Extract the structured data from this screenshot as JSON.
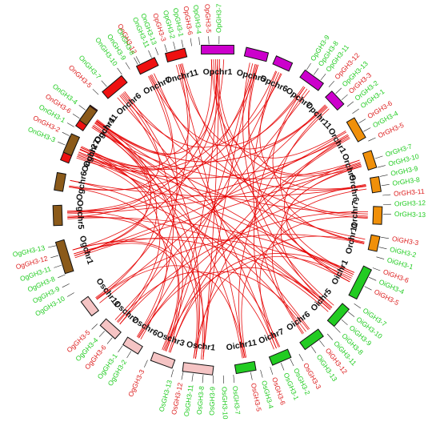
{
  "diagram": {
    "link_color": "#e60000",
    "gene_colors": {
      "green": "#22cc22",
      "red": "#dd2020"
    },
    "species": [
      {
        "prefix": "On",
        "color": "#ee1111"
      },
      {
        "prefix": "Op",
        "color": "#cc00cc"
      },
      {
        "prefix": "Or",
        "color": "#f0900a"
      },
      {
        "prefix": "Oi",
        "color": "#22cc22"
      },
      {
        "prefix": "Os",
        "color": "#f5c4c4"
      },
      {
        "prefix": "Og",
        "color": "#8b5a1a"
      }
    ],
    "chromosomes": [
      {
        "id": "On2",
        "label": "Onchr2",
        "species": 0,
        "angle": -68,
        "size": 1.0
      },
      {
        "id": "On4",
        "label": "Onchr4",
        "species": 0,
        "angle": -55,
        "size": 1.0
      },
      {
        "id": "On6",
        "label": "Onchr6",
        "species": 0,
        "angle": -40,
        "size": 1.0
      },
      {
        "id": "On7",
        "label": "Onchr7",
        "species": 0,
        "angle": -26,
        "size": 0.8
      },
      {
        "id": "On11",
        "label": "Onchr11",
        "species": 0,
        "angle": -15,
        "size": 0.8
      },
      {
        "id": "Op1",
        "label": "Opchr1",
        "species": 1,
        "angle": 0,
        "size": 1.3
      },
      {
        "id": "Op5",
        "label": "Opchr5",
        "species": 1,
        "angle": 14,
        "size": 0.9
      },
      {
        "id": "Op6",
        "label": "Opchr6",
        "species": 1,
        "angle": 24,
        "size": 0.7
      },
      {
        "id": "Op7",
        "label": "Opchr7",
        "species": 1,
        "angle": 36,
        "size": 0.9
      },
      {
        "id": "Op11",
        "label": "Opchr11",
        "species": 1,
        "angle": 47,
        "size": 0.7
      },
      {
        "id": "Or1",
        "label": "Orchr1",
        "species": 2,
        "angle": 60,
        "size": 0.9
      },
      {
        "id": "Or5",
        "label": "Orchr5",
        "species": 2,
        "angle": 72,
        "size": 0.7
      },
      {
        "id": "Or6",
        "label": "Orchr6",
        "species": 2,
        "angle": 81,
        "size": 0.6
      },
      {
        "id": "Or7",
        "label": "Orchr7",
        "species": 2,
        "angle": 92,
        "size": 0.7
      },
      {
        "id": "Or11",
        "label": "Orchr11",
        "species": 2,
        "angle": 102,
        "size": 0.6
      },
      {
        "id": "Oi1",
        "label": "Oichr1",
        "species": 3,
        "angle": 117,
        "size": 1.3
      },
      {
        "id": "Oi5",
        "label": "Oichr5",
        "species": 3,
        "angle": 131,
        "size": 0.9
      },
      {
        "id": "Oi6",
        "label": "Oichr6",
        "species": 3,
        "angle": 144,
        "size": 0.9
      },
      {
        "id": "Oi7",
        "label": "Oichr7",
        "species": 3,
        "angle": 157,
        "size": 0.8
      },
      {
        "id": "Oi11",
        "label": "Oichr11",
        "species": 3,
        "angle": 170,
        "size": 0.8
      },
      {
        "id": "Os1",
        "label": "Oschr1",
        "species": 4,
        "angle": 187,
        "size": 1.2
      },
      {
        "id": "Os3",
        "label": "Oschr3",
        "species": 4,
        "angle": 200,
        "size": 0.9
      },
      {
        "id": "Os6",
        "label": "Oschr6",
        "species": 4,
        "angle": 212,
        "size": 0.7
      },
      {
        "id": "Os7",
        "label": "Oschr7",
        "species": 4,
        "angle": 222,
        "size": 0.8
      },
      {
        "id": "Os11",
        "label": "Oschr11",
        "species": 4,
        "angle": 233,
        "size": 0.7
      },
      {
        "id": "Og1",
        "label": "Ogchr1",
        "species": 5,
        "angle": 253,
        "size": 1.3
      },
      {
        "id": "Og5",
        "label": "Ogchr5",
        "species": 5,
        "angle": 268,
        "size": 0.8
      },
      {
        "id": "Og6",
        "label": "Ogchr6",
        "species": 5,
        "angle": 280,
        "size": 0.7
      },
      {
        "id": "Og7",
        "label": "Ogchr7",
        "species": 5,
        "angle": 294,
        "size": 0.8
      },
      {
        "id": "Og11",
        "label": "Ogchr11",
        "species": 5,
        "angle": 306,
        "size": 0.7
      }
    ],
    "genes": [
      {
        "label": "OnGH3-12",
        "color": "red",
        "angle": -28.0
      },
      {
        "label": "OnGH3-11",
        "color": "green",
        "angle": -23.5
      },
      {
        "label": "OnGH3-8",
        "color": "green",
        "angle": -28.8
      },
      {
        "label": "OnGH3-9",
        "color": "green",
        "angle": -32.0
      },
      {
        "label": "OnGH3-10",
        "color": "green",
        "angle": -35.3
      },
      {
        "label": "OnGH3-7",
        "color": "green",
        "angle": -42.0
      },
      {
        "label": "OnGH3-5",
        "color": "red",
        "angle": -46.0
      },
      {
        "label": "OnGH3-4",
        "color": "green",
        "angle": -53.0
      },
      {
        "label": "OnGH3-6",
        "color": "red",
        "angle": -56.5
      },
      {
        "label": "OnGH3-1",
        "color": "green",
        "angle": -60.0
      },
      {
        "label": "OnGH3-2",
        "color": "red",
        "angle": -63.5
      },
      {
        "label": "OnGH3-3",
        "color": "green",
        "angle": -67.0
      },
      {
        "label": "OnGH3-13",
        "color": "green",
        "angle": -21.0
      },
      {
        "label": "OpGH3-3",
        "color": "red",
        "angle": -17.8
      },
      {
        "label": "OpGH3-2",
        "color": "green",
        "angle": -14.8
      },
      {
        "label": "OpGH3-1",
        "color": "green",
        "angle": -12.0
      },
      {
        "label": "OpGH3-6",
        "color": "red",
        "angle": -9.0
      },
      {
        "label": "OpGH3-4",
        "color": "green",
        "angle": -6.2
      },
      {
        "label": "OpGH3-5",
        "color": "red",
        "angle": -3.0
      },
      {
        "label": "OpGH3-7",
        "color": "green",
        "angle": 0.5
      },
      {
        "label": "OpGH3-9",
        "color": "green",
        "angle": 32.5
      },
      {
        "label": "OpGH3-8",
        "color": "green",
        "angle": 35.5
      },
      {
        "label": "OpGH3-11",
        "color": "green",
        "angle": 38.5
      },
      {
        "label": "OpGH3-12",
        "color": "red",
        "angle": 42.2
      },
      {
        "label": "OpGH3-13",
        "color": "green",
        "angle": 45.5
      },
      {
        "label": "OrGH3-3",
        "color": "red",
        "angle": 48.5
      },
      {
        "label": "OrGH3-2",
        "color": "green",
        "angle": 51.5
      },
      {
        "label": "OrGH3-1",
        "color": "green",
        "angle": 54.5
      },
      {
        "label": "OrGH3-6",
        "color": "red",
        "angle": 58.5
      },
      {
        "label": "OrGH3-4",
        "color": "green",
        "angle": 61.8
      },
      {
        "label": "OrGH3-5",
        "color": "red",
        "angle": 65.5
      },
      {
        "label": "OrGH3-7",
        "color": "green",
        "angle": 72.0
      },
      {
        "label": "OrGH3-10",
        "color": "green",
        "angle": 75.2
      },
      {
        "label": "OrGH3-9",
        "color": "green",
        "angle": 78.4
      },
      {
        "label": "OrGH3-8",
        "color": "green",
        "angle": 81.6
      },
      {
        "label": "OrGH3-11",
        "color": "red",
        "angle": 85.0
      },
      {
        "label": "OrGH3-12",
        "color": "green",
        "angle": 88.2
      },
      {
        "label": "OrGH3-13",
        "color": "green",
        "angle": 91.5
      },
      {
        "label": "OiGH3-3",
        "color": "red",
        "angle": 99.5
      },
      {
        "label": "OiGH3-2",
        "color": "green",
        "angle": 103.0
      },
      {
        "label": "OiGH3-1",
        "color": "green",
        "angle": 106.5
      },
      {
        "label": "OiGH3-6",
        "color": "red",
        "angle": 110.5
      },
      {
        "label": "OiGH3-4",
        "color": "green",
        "angle": 114.0
      },
      {
        "label": "OiGH3-5",
        "color": "red",
        "angle": 117.5
      },
      {
        "label": "OiGH3-7",
        "color": "green",
        "angle": 124.5
      },
      {
        "label": "OiGH3-10",
        "color": "green",
        "angle": 128.0
      },
      {
        "label": "OiGH3-9",
        "color": "green",
        "angle": 131.5
      },
      {
        "label": "OiGH3-8",
        "color": "green",
        "angle": 135.0
      },
      {
        "label": "OiGH3-11",
        "color": "green",
        "angle": 138.5
      },
      {
        "label": "OiGH3-12",
        "color": "red",
        "angle": 142.0
      },
      {
        "label": "OiGH3-13",
        "color": "green",
        "angle": 145.5
      },
      {
        "label": "OsGH3-3",
        "color": "red",
        "angle": 150.5
      },
      {
        "label": "OsGH3-2",
        "color": "green",
        "angle": 154.0
      },
      {
        "label": "OsGH3-1",
        "color": "green",
        "angle": 157.5
      },
      {
        "label": "OsGH3-6",
        "color": "red",
        "angle": 161.5
      },
      {
        "label": "OsGH3-4",
        "color": "green",
        "angle": 165.0
      },
      {
        "label": "OsGH3-5",
        "color": "red",
        "angle": 168.5
      },
      {
        "label": "OsGH3-7",
        "color": "green",
        "angle": 174.5
      },
      {
        "label": "OsGH3-10",
        "color": "green",
        "angle": 178.0
      },
      {
        "label": "OsGH3-9",
        "color": "green",
        "angle": 181.5
      },
      {
        "label": "OsGH3-8",
        "color": "green",
        "angle": 185.0
      },
      {
        "label": "OsGH3-11",
        "color": "green",
        "angle": 188.5
      },
      {
        "label": "OsGH3-12",
        "color": "red",
        "angle": 192.0
      },
      {
        "label": "OsGH3-13",
        "color": "green",
        "angle": 195.5
      },
      {
        "label": "OgGH3-3",
        "color": "red",
        "angle": 205.0
      },
      {
        "label": "OgGH3-2",
        "color": "green",
        "angle": 211.5
      },
      {
        "label": "OgGH3-1",
        "color": "green",
        "angle": 215.0
      },
      {
        "label": "OgGH3-6",
        "color": "red",
        "angle": 219.5
      },
      {
        "label": "OgGH3-4",
        "color": "green",
        "angle": 223.0
      },
      {
        "label": "OgGH3-5",
        "color": "red",
        "angle": 226.5
      },
      {
        "label": "OgGH3-10",
        "color": "green",
        "angle": 240.0
      },
      {
        "label": "OgGH3-9",
        "color": "green",
        "angle": 243.5
      },
      {
        "label": "OgGH3-8",
        "color": "green",
        "angle": 247.0
      },
      {
        "label": "OgGH3-11",
        "color": "green",
        "angle": 250.5
      },
      {
        "label": "OgGH3-12",
        "color": "red",
        "angle": 254.0
      },
      {
        "label": "OgGH3-13",
        "color": "green",
        "angle": 257.5
      }
    ],
    "links": [
      [
        "On2",
        "Op1"
      ],
      [
        "On2",
        "Or1"
      ],
      [
        "On2",
        "Oi1"
      ],
      [
        "On2",
        "Os1"
      ],
      [
        "On2",
        "Og1"
      ],
      [
        "On2",
        "Op5"
      ],
      [
        "On4",
        "Op1"
      ],
      [
        "On4",
        "Or5"
      ],
      [
        "On4",
        "Oi5"
      ],
      [
        "On4",
        "Os3"
      ],
      [
        "On4",
        "Og5"
      ],
      [
        "On4",
        "Oi1"
      ],
      [
        "On6",
        "Op6"
      ],
      [
        "On6",
        "Or6"
      ],
      [
        "On6",
        "Oi6"
      ],
      [
        "On6",
        "Os6"
      ],
      [
        "On6",
        "Og6"
      ],
      [
        "On6",
        "Os1"
      ],
      [
        "On7",
        "Op7"
      ],
      [
        "On7",
        "Or7"
      ],
      [
        "On7",
        "Oi7"
      ],
      [
        "On7",
        "Os7"
      ],
      [
        "On7",
        "Og7"
      ],
      [
        "On11",
        "Op11"
      ],
      [
        "On11",
        "Or11"
      ],
      [
        "On11",
        "Oi11"
      ],
      [
        "On11",
        "Os11"
      ],
      [
        "On11",
        "Og11"
      ],
      [
        "Op1",
        "Or1"
      ],
      [
        "Op1",
        "Oi1"
      ],
      [
        "Op1",
        "Os1"
      ],
      [
        "Op1",
        "Og1"
      ],
      [
        "Op1",
        "Oi5"
      ],
      [
        "Op1",
        "Os3"
      ],
      [
        "Op5",
        "Or5"
      ],
      [
        "Op5",
        "Oi5"
      ],
      [
        "Op5",
        "Os3"
      ],
      [
        "Op5",
        "Og5"
      ],
      [
        "Op5",
        "Oi1"
      ],
      [
        "Op6",
        "Or6"
      ],
      [
        "Op6",
        "Oi6"
      ],
      [
        "Op6",
        "Os6"
      ],
      [
        "Op6",
        "Og6"
      ],
      [
        "Op7",
        "Or7"
      ],
      [
        "Op7",
        "Oi7"
      ],
      [
        "Op7",
        "Os7"
      ],
      [
        "Op7",
        "Og7"
      ],
      [
        "Op11",
        "Or11"
      ],
      [
        "Op11",
        "Oi11"
      ],
      [
        "Op11",
        "Os11"
      ],
      [
        "Op11",
        "Og11"
      ],
      [
        "Or1",
        "Oi1"
      ],
      [
        "Or1",
        "Os1"
      ],
      [
        "Or1",
        "Og1"
      ],
      [
        "Or1",
        "Og5"
      ],
      [
        "Or5",
        "Oi5"
      ],
      [
        "Or5",
        "Os3"
      ],
      [
        "Or5",
        "Og5"
      ],
      [
        "Or5",
        "Og1"
      ],
      [
        "Or6",
        "Oi6"
      ],
      [
        "Or6",
        "Os6"
      ],
      [
        "Or6",
        "Og6"
      ],
      [
        "Or7",
        "Oi7"
      ],
      [
        "Or7",
        "Os7"
      ],
      [
        "Or7",
        "Og7"
      ],
      [
        "Or11",
        "Oi11"
      ],
      [
        "Or11",
        "Os11"
      ],
      [
        "Or11",
        "Og11"
      ],
      [
        "Oi1",
        "Os1"
      ],
      [
        "Oi1",
        "Og1"
      ],
      [
        "Oi1",
        "Og5"
      ],
      [
        "Oi5",
        "Os3"
      ],
      [
        "Oi5",
        "Og5"
      ],
      [
        "Oi5",
        "Og1"
      ],
      [
        "Oi6",
        "Os6"
      ],
      [
        "Oi6",
        "Og6"
      ],
      [
        "Oi7",
        "Os7"
      ],
      [
        "Oi7",
        "Og7"
      ],
      [
        "Oi11",
        "Os11"
      ],
      [
        "Oi11",
        "Og11"
      ],
      [
        "Os1",
        "Og1"
      ],
      [
        "Os1",
        "Og5"
      ],
      [
        "Os3",
        "Og5"
      ],
      [
        "Os3",
        "Og1"
      ],
      [
        "Os6",
        "Og6"
      ],
      [
        "Os7",
        "Og7"
      ],
      [
        "Os11",
        "Og11"
      ],
      [
        "On2",
        "Og7"
      ],
      [
        "On4",
        "Os1"
      ],
      [
        "Op1",
        "Og5"
      ],
      [
        "Or1",
        "Os3"
      ],
      [
        "Oi1",
        "Os3"
      ],
      [
        "On2",
        "Oi5"
      ],
      [
        "Op5",
        "Os1"
      ],
      [
        "Or5",
        "Oi1"
      ],
      [
        "On4",
        "Og1"
      ],
      [
        "Op1",
        "Or5"
      ]
    ]
  }
}
